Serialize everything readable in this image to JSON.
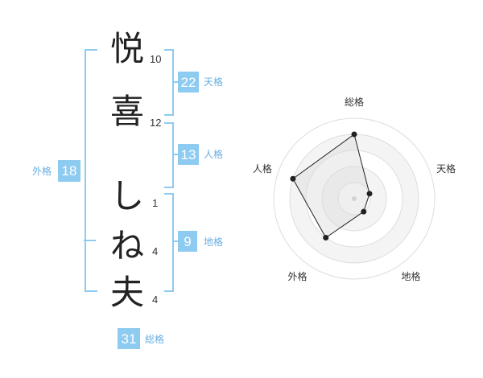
{
  "name": {
    "characters": [
      {
        "char": "悦",
        "strokes": "10"
      },
      {
        "char": "喜",
        "strokes": "12"
      },
      {
        "char": "し",
        "strokes": "1"
      },
      {
        "char": "ね",
        "strokes": "4"
      },
      {
        "char": "夫",
        "strokes": "4"
      }
    ]
  },
  "fortunes": {
    "tenkaku": {
      "value": "22",
      "label": "天格"
    },
    "jinkaku": {
      "value": "13",
      "label": "人格"
    },
    "chikaku": {
      "value": "9",
      "label": "地格"
    },
    "gaikaku": {
      "value": "18",
      "label": "外格"
    },
    "soukaku": {
      "value": "31",
      "label": "総格"
    }
  },
  "colors": {
    "accent": "#8ecbf1",
    "label": "#6aaee2",
    "radar_fill": "#f2f2f2",
    "radar_line": "#222222"
  },
  "chart_data": {
    "type": "radar",
    "axes": [
      "総格",
      "天格",
      "地格",
      "外格",
      "人格"
    ],
    "values": [
      4,
      1,
      1,
      3,
      4
    ],
    "range": [
      0,
      5
    ],
    "rings": 5
  }
}
